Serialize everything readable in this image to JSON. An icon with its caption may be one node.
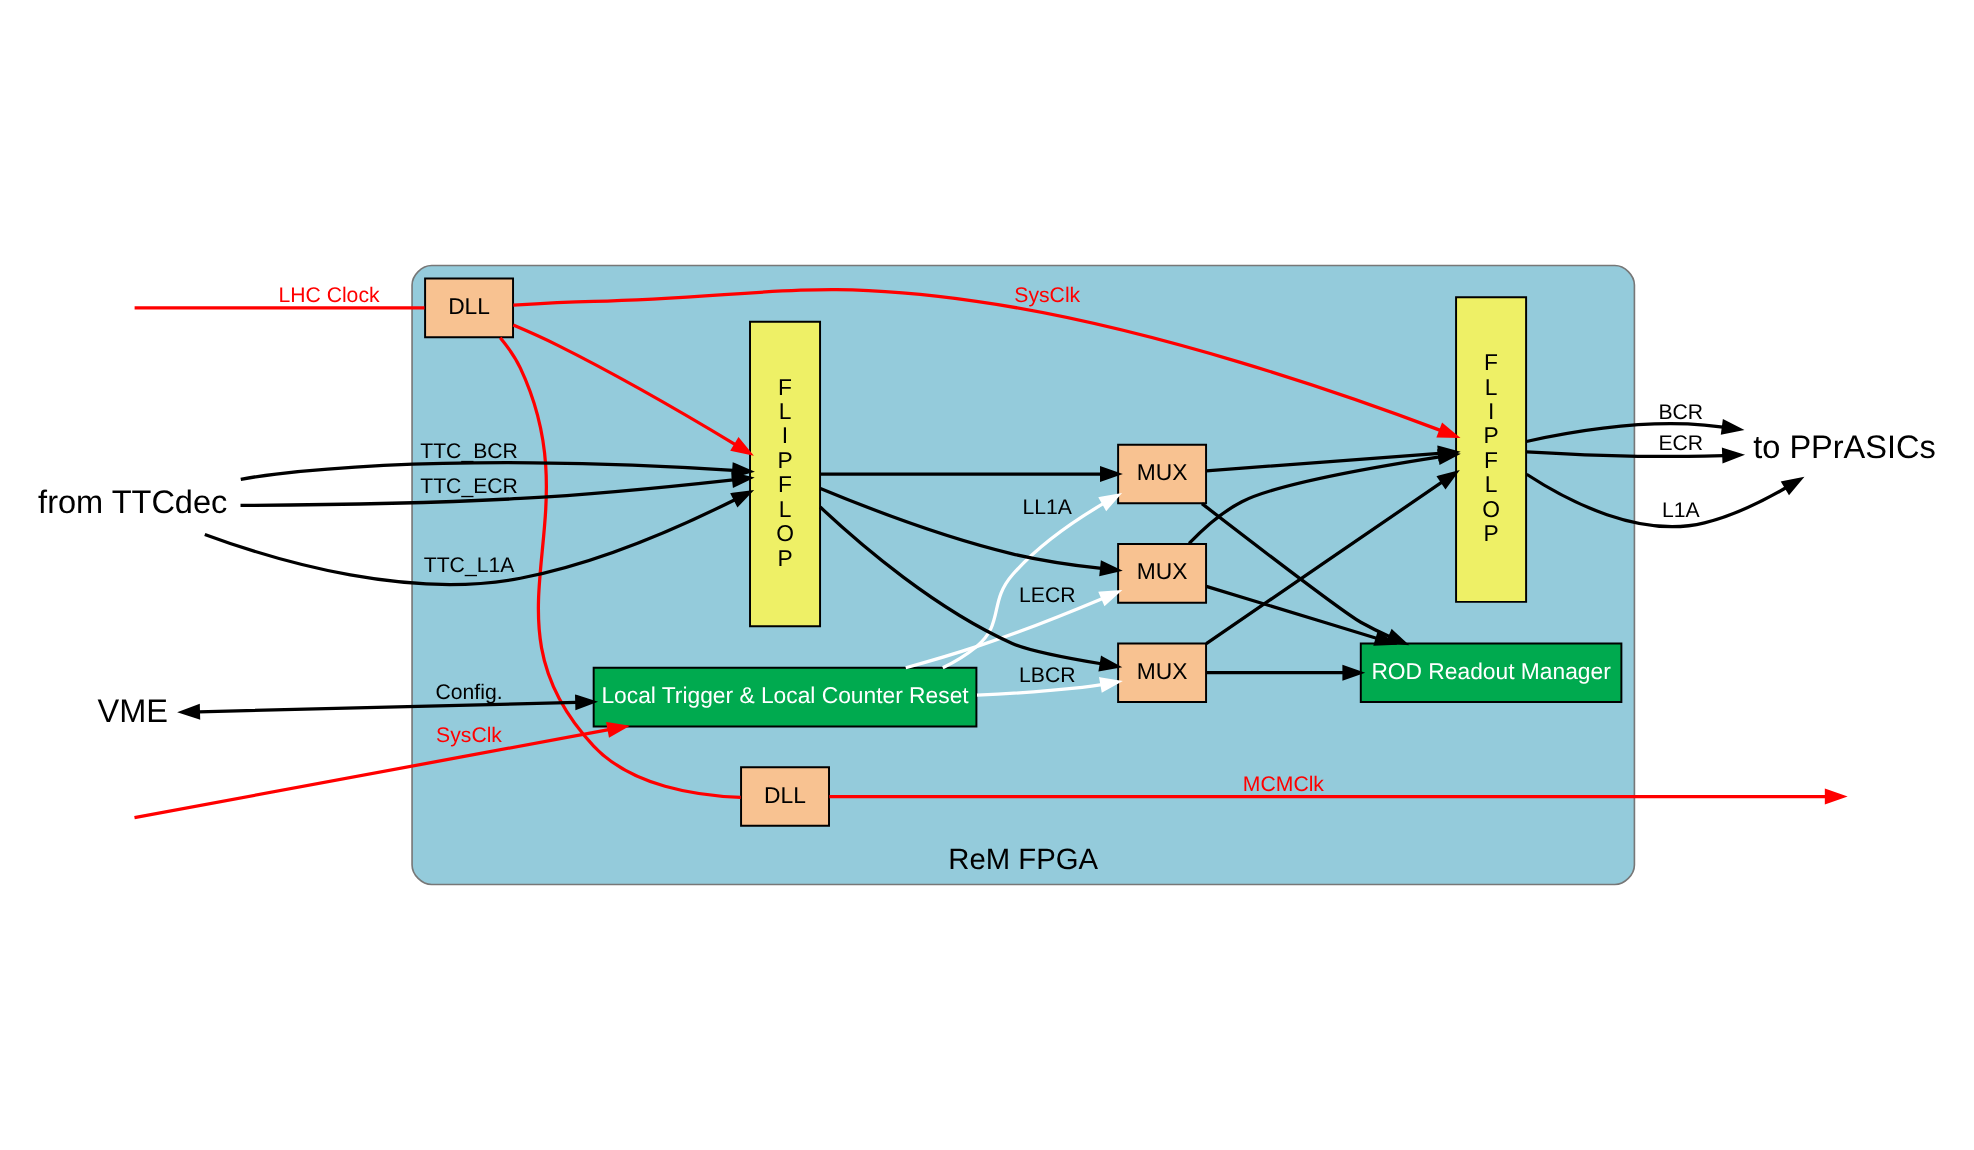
{
  "diagram": {
    "nodes": [
      {
        "text": [
          "ReM FPGA"
        ]
      },
      {
        "text": [
          "VME"
        ]
      },
      {
        "text": [
          "Local Trigger & Local Counter Reset"
        ],
        "in": 0
      },
      {
        "text": [
          "ROD Readout Manager"
        ],
        "in": 0
      },
      {
        "text": [
          "from TTCdec"
        ]
      },
      {
        "text": [
          "F L I P F L O P"
        ],
        "in": 0
      },
      {
        "text": [
          "MUX"
        ],
        "in": 0
      },
      {
        "text": [
          "MUX"
        ],
        "in": 0
      },
      {
        "text": [
          "MUX"
        ],
        "in": 0
      },
      {
        "text": [
          "F L I P F L O P"
        ],
        "in": 0
      },
      {
        "text": [
          "to PPrASICs"
        ]
      },
      {
        "text": [
          "DLL"
        ],
        "in": 0
      },
      {
        "text": [
          "DLL"
        ],
        "in": 0
      }
    ],
    "edges": [
      {
        "from": 1,
        "to": 2,
        "arrow": "both",
        "label": "Config."
      },
      {
        "from": null,
        "to": 2,
        "arrow": "to",
        "label": "SysClk",
        "color": "#ff0000"
      },
      {
        "from": 2,
        "to": 8,
        "arrow": "to",
        "label": "LECR",
        "color": "#ffffff"
      },
      {
        "from": 2,
        "to": 7,
        "arrow": "to",
        "label": "LBCR",
        "color": "#ffffff"
      },
      {
        "from": 2,
        "to": 6,
        "arrow": "to",
        "label": "LL1A",
        "color": "#ffffff"
      },
      {
        "from": 4,
        "to": 5,
        "arrow": "to",
        "label": "TTC_L1A"
      },
      {
        "from": 4,
        "to": 5,
        "arrow": "to",
        "label": "TTC_BCR"
      },
      {
        "from": 4,
        "to": 5,
        "arrow": "to",
        "label": "TTC_ECR"
      },
      {
        "from": 5,
        "to": 6,
        "arrow": "to"
      },
      {
        "from": 5,
        "to": 7,
        "arrow": "to"
      },
      {
        "from": 5,
        "to": 8,
        "arrow": "to"
      },
      {
        "from": 6,
        "to": 9,
        "arrow": "to"
      },
      {
        "from": 7,
        "to": 9,
        "arrow": "to"
      },
      {
        "from": 8,
        "to": 9,
        "arrow": "to"
      },
      {
        "from": 6,
        "to": 3,
        "arrow": "to"
      },
      {
        "from": 7,
        "to": 3,
        "arrow": "to"
      },
      {
        "from": 8,
        "to": 3,
        "arrow": "to"
      },
      {
        "from": 9,
        "to": 10,
        "arrow": "to",
        "label": "L1A"
      },
      {
        "from": 9,
        "to": 10,
        "arrow": "to",
        "label": "BCR"
      },
      {
        "from": 9,
        "to": 10,
        "arrow": "to",
        "label": "ECR"
      },
      {
        "from": null,
        "to": 11,
        "arrow": "none",
        "label": "LHC Clock",
        "color": "#ff0000"
      },
      {
        "from": 11,
        "to": 5,
        "arrow": "to",
        "color": "#ff0000"
      },
      {
        "from": 11,
        "to": 9,
        "arrow": "to",
        "label": "SysClk",
        "color": "#ff0000"
      },
      {
        "from": 11,
        "to": 12,
        "arrow": "none",
        "color": "#ff0000"
      },
      {
        "from": 12,
        "to": null,
        "arrow": "to",
        "label": "MCMClk",
        "color": "#ff0000"
      }
    ]
  }
}
